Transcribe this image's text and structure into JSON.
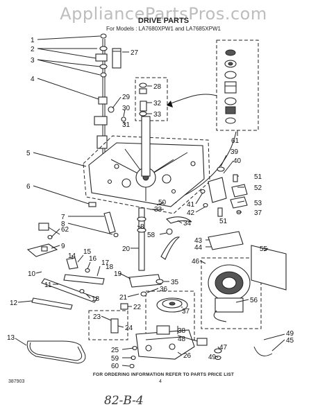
{
  "watermark": "AppliancePartsPros.com",
  "header": {
    "title": "DRIVE PARTS",
    "subtitle": "For Models : LA7680XPW1 and LA7685XPW1"
  },
  "callouts": [
    {
      "id": "c1",
      "label": "1"
    },
    {
      "id": "c2",
      "label": "2"
    },
    {
      "id": "c27",
      "label": "27"
    },
    {
      "id": "c3",
      "label": "3"
    },
    {
      "id": "c4",
      "label": "4"
    },
    {
      "id": "c28",
      "label": "28"
    },
    {
      "id": "c29",
      "label": "29"
    },
    {
      "id": "c30",
      "label": "30"
    },
    {
      "id": "c32",
      "label": "32"
    },
    {
      "id": "c33a",
      "label": "33"
    },
    {
      "id": "c31",
      "label": "31"
    },
    {
      "id": "c5",
      "label": "5"
    },
    {
      "id": "c61",
      "label": "61"
    },
    {
      "id": "c39",
      "label": "39"
    },
    {
      "id": "c40",
      "label": "40"
    },
    {
      "id": "c51a",
      "label": "51"
    },
    {
      "id": "c52",
      "label": "52"
    },
    {
      "id": "c6",
      "label": "6"
    },
    {
      "id": "c50",
      "label": "50"
    },
    {
      "id": "c33b",
      "label": "33"
    },
    {
      "id": "c41",
      "label": "41"
    },
    {
      "id": "c42",
      "label": "42"
    },
    {
      "id": "c53",
      "label": "53"
    },
    {
      "id": "c37a",
      "label": "37"
    },
    {
      "id": "c7",
      "label": "7"
    },
    {
      "id": "c8a",
      "label": "8"
    },
    {
      "id": "c34",
      "label": "34"
    },
    {
      "id": "c51b",
      "label": "51"
    },
    {
      "id": "c62",
      "label": "62"
    },
    {
      "id": "c8b",
      "label": "8"
    },
    {
      "id": "c58",
      "label": "58"
    },
    {
      "id": "c9",
      "label": "9"
    },
    {
      "id": "c43",
      "label": "43"
    },
    {
      "id": "c44",
      "label": "44"
    },
    {
      "id": "c55",
      "label": "55"
    },
    {
      "id": "c20",
      "label": "20"
    },
    {
      "id": "c15",
      "label": "15"
    },
    {
      "id": "c14",
      "label": "14"
    },
    {
      "id": "c16",
      "label": "16"
    },
    {
      "id": "c17",
      "label": "17"
    },
    {
      "id": "c18a",
      "label": "18"
    },
    {
      "id": "c46",
      "label": "46"
    },
    {
      "id": "c10",
      "label": "10"
    },
    {
      "id": "c19",
      "label": "19"
    },
    {
      "id": "c35",
      "label": "35"
    },
    {
      "id": "c11",
      "label": "11"
    },
    {
      "id": "c18b",
      "label": "18"
    },
    {
      "id": "c36",
      "label": "36"
    },
    {
      "id": "c21",
      "label": "21"
    },
    {
      "id": "c22",
      "label": "22"
    },
    {
      "id": "c12",
      "label": "12"
    },
    {
      "id": "c37b",
      "label": "37"
    },
    {
      "id": "c56",
      "label": "56"
    },
    {
      "id": "c23",
      "label": "23"
    },
    {
      "id": "c24",
      "label": "24"
    },
    {
      "id": "c38",
      "label": "38"
    },
    {
      "id": "c48",
      "label": "48"
    },
    {
      "id": "c13",
      "label": "13"
    },
    {
      "id": "c49a",
      "label": "49"
    },
    {
      "id": "c45",
      "label": "45"
    },
    {
      "id": "c47",
      "label": "47"
    },
    {
      "id": "c25",
      "label": "25"
    },
    {
      "id": "c26",
      "label": "26"
    },
    {
      "id": "c59",
      "label": "59"
    },
    {
      "id": "c49b",
      "label": "49"
    },
    {
      "id": "c60",
      "label": "60"
    }
  ],
  "footer": {
    "note": "FOR ORDERING INFORMATION REFER TO PARTS PRICE LIST",
    "doc_number": "387903",
    "page": "4",
    "handwritten": "82-B-4"
  }
}
